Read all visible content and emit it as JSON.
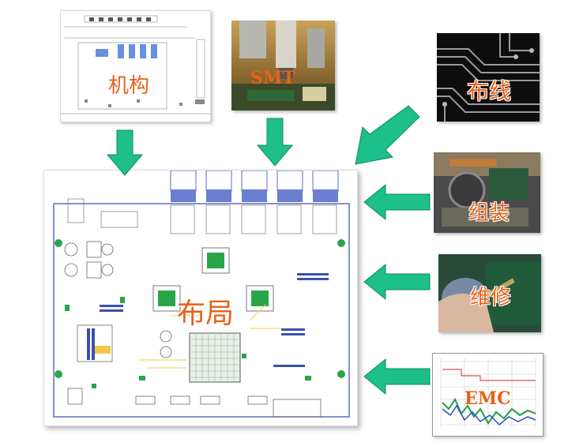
{
  "labels": {
    "mechanism": "机构",
    "smt": "SMT",
    "routing": "布线",
    "assembly": "组装",
    "repair": "维修",
    "emc": "EMC",
    "layout": "布局"
  },
  "colors": {
    "arrow": "#1dbf8a",
    "label": "#e8621a",
    "pcb_green": "#2aa64a",
    "pcb_blue": "#5a6fbf"
  }
}
